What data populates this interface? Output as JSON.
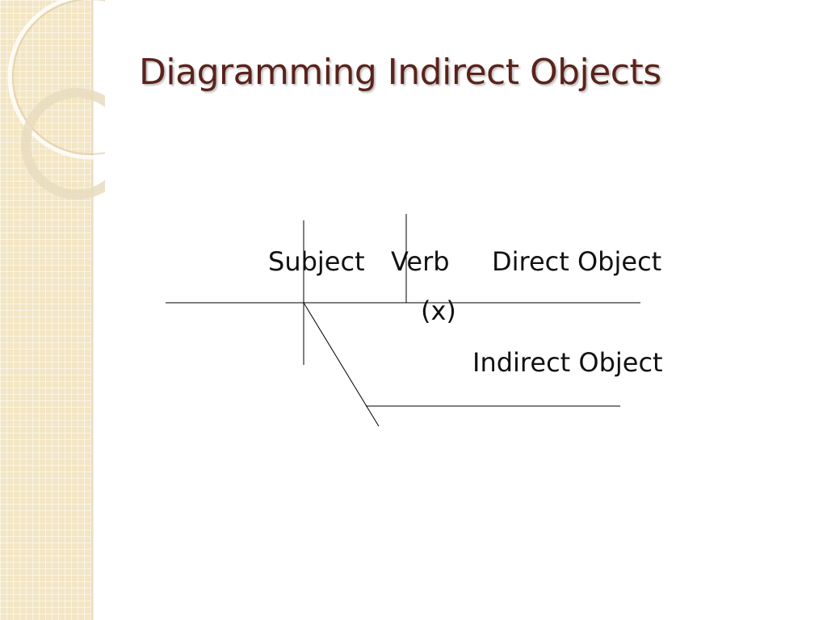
{
  "slide": {
    "title": "Diagramming Indirect Objects"
  },
  "diagram": {
    "subject": "Subject",
    "verb": "Verb",
    "direct_object": "Direct Object",
    "understood_preposition": "(x)",
    "indirect_object": "Indirect Object"
  },
  "colors": {
    "title": "#5b231b",
    "sidebar": "#f3e6c4",
    "lines": "#000000"
  }
}
